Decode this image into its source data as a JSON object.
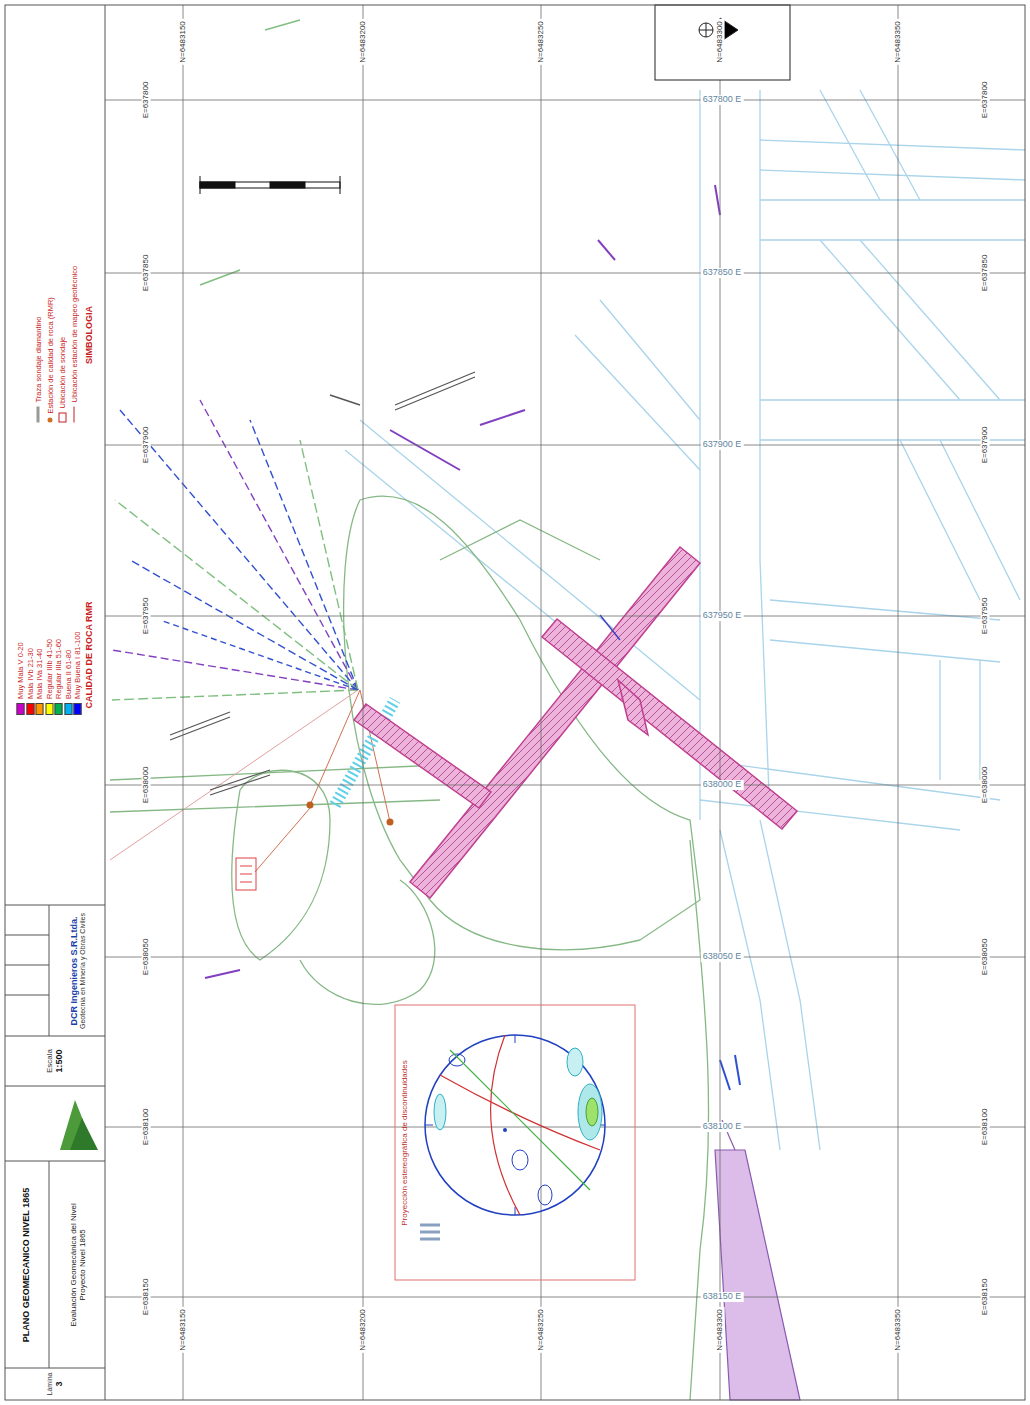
{
  "diagram": {
    "title": "PLANO GEOMECANICO NIVEL 1865",
    "nodes": [
      {
        "text": [
          "DCR Ingenieros S.R.Ltda.",
          "Geotecnia en Minería y Obras Civiles"
        ]
      },
      {
        "text": [
          "Escala",
          "1:500"
        ]
      },
      {
        "text": [
          "Evaluación Geomecánica del Nivel",
          "Proyecto Nivel 1865"
        ]
      },
      {
        "text": [
          "Lámina",
          "3"
        ]
      },
      {
        "text": [
          "Proyección estereográfica de discontinuidades"
        ]
      }
    ],
    "labels": [
      "E=637800",
      "E=637850",
      "E=637900",
      "E=637950",
      "E=638000",
      "E=638050",
      "E=638100",
      "E=638150",
      "E=637800",
      "E=637850",
      "E=637900",
      "E=637950",
      "E=638000",
      "E=638050",
      "E=638100",
      "E=638150",
      "637800 E",
      "637850 E",
      "637900 E",
      "637950 E",
      "638000 E",
      "638050 E",
      "638100 E",
      "638150 E",
      "N=6483150",
      "N=6483200",
      "N=6483250",
      "N=6483300",
      "N=6483350",
      "N=6483150",
      "N=6483200",
      "N=6483250",
      "N=6483300",
      "N=6483350",
      "SIMBOLOGIA",
      "CALIDAD DE ROCA RMR"
    ],
    "legend": [
      {
        "text": "Ubicación estación de mapeo geotécnico"
      },
      {
        "text": "Ubicación de sondaje"
      },
      {
        "text": "Estación de calidad de roca (RMR)"
      },
      {
        "text": "Traza sondaje diamantino"
      },
      {
        "text": "Muy Buena I 81-100",
        "color": "#0000ff"
      },
      {
        "text": "Buena II 61-80",
        "color": "#00b0f0"
      },
      {
        "text": "Regular IIIa 51-60",
        "color": "#00b050"
      },
      {
        "text": "Regular IIIb 41-50",
        "color": "#ffff00"
      },
      {
        "text": "Mala IVa 31-40",
        "color": "#ff9900"
      },
      {
        "text": "Mala IVb 21-30",
        "color": "#ff0000"
      },
      {
        "text": "Muy Mala V 0-20",
        "color": "#cc00cc"
      }
    ]
  }
}
